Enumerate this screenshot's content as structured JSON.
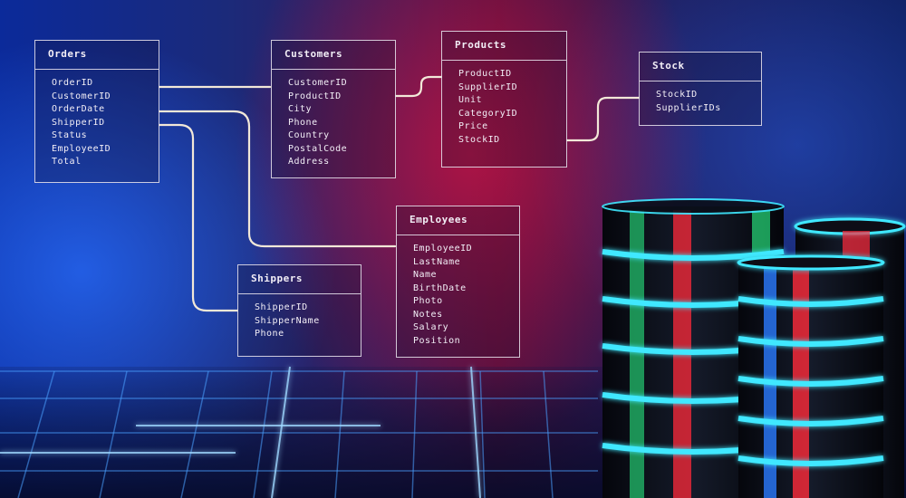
{
  "tables": [
    {
      "id": "t1",
      "title": "Orders",
      "fields": [
        "OrderID",
        "CustomerID",
        "OrderDate",
        "ShipperID",
        "Status",
        "EmployeeID",
        "Total"
      ]
    },
    {
      "id": "t2",
      "title": "Customers",
      "fields": [
        "CustomerID",
        "ProductID",
        "City",
        "Phone",
        "Country",
        "PostalCode",
        "Address"
      ]
    },
    {
      "id": "t3",
      "title": "Products",
      "fields": [
        "ProductID",
        "SupplierID",
        "Unit",
        "CategoryID",
        "Price",
        "StockID"
      ]
    },
    {
      "id": "t4",
      "title": "Stock",
      "fields": [
        "StockID",
        "SupplierIDs"
      ]
    },
    {
      "id": "t5",
      "title": "Employees",
      "fields": [
        "EmployeeID",
        "LastName",
        "Name",
        "BirthDate",
        "Photo",
        "Notes",
        "Salary",
        "Position"
      ]
    },
    {
      "id": "t6",
      "title": "Shippers",
      "fields": [
        "ShipperID",
        "ShipperName",
        "Phone"
      ]
    }
  ],
  "colors": {
    "box_border": "#ebe6f0",
    "connector": "#f2e8d8",
    "glow_cyan": "#3fe8ff",
    "glow_green": "#2bff8a",
    "glow_red": "#ff2a3a"
  }
}
